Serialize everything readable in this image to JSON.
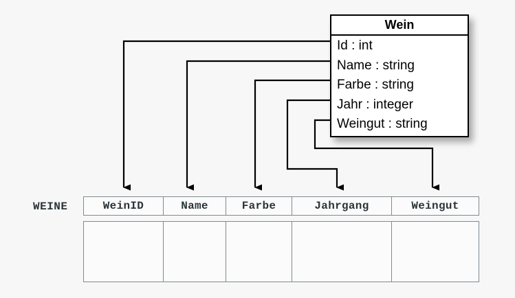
{
  "background_color": "#f7f7f7",
  "diagram": {
    "type": "uml-to-relational-mapping",
    "uml_class": {
      "name": "Wein",
      "border_color": "#000000",
      "fill_color": "#ffffff",
      "attributes": [
        {
          "label": "Id : int",
          "name": "Id",
          "datatype": "int"
        },
        {
          "label": "Name : string",
          "name": "Name",
          "datatype": "string"
        },
        {
          "label": "Farbe : string",
          "name": "Farbe",
          "datatype": "string"
        },
        {
          "label": "Jahr : integer",
          "name": "Jahr",
          "datatype": "integer"
        },
        {
          "label": "Weingut : string",
          "name": "Weingut",
          "datatype": "string"
        }
      ]
    },
    "relational_table": {
      "label": "WEINE",
      "border_color": "#7d8a90",
      "text_color": "#2a3438",
      "columns": [
        {
          "header": "WeinID",
          "width": 116
        },
        {
          "header": "Name",
          "width": 91
        },
        {
          "header": "Farbe",
          "width": 96
        },
        {
          "header": "Jahrgang",
          "width": 145
        },
        {
          "header": "Weingut",
          "width": 126
        }
      ],
      "rows": [
        [
          "",
          "",
          "",
          "",
          ""
        ]
      ]
    },
    "mappings": [
      {
        "from": "Id",
        "to": "WeinID"
      },
      {
        "from": "Name",
        "to": "Name"
      },
      {
        "from": "Farbe",
        "to": "Farbe"
      },
      {
        "from": "Jahr",
        "to": "Jahrgang"
      },
      {
        "from": "Weingut",
        "to": "Weingut"
      }
    ],
    "connector_color": "#000000"
  }
}
